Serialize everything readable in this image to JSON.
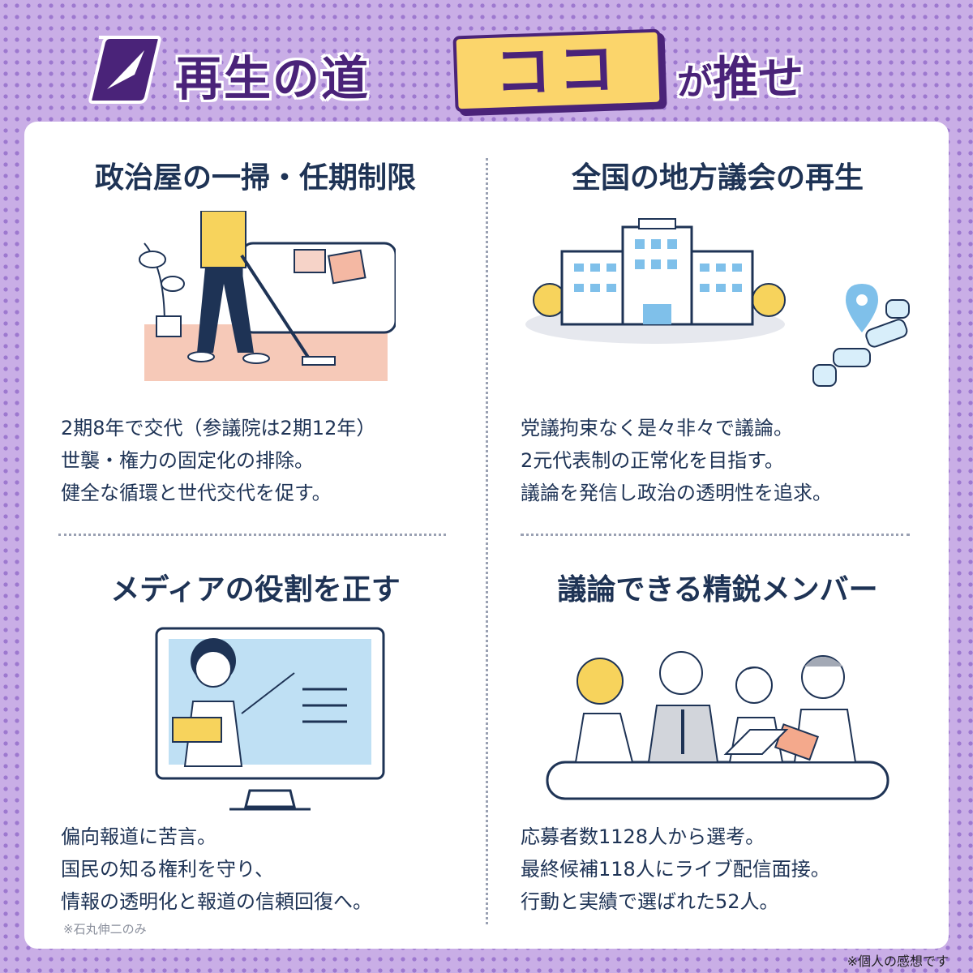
{
  "header": {
    "title_main": "再生の道",
    "title_highlight": "ココ",
    "title_ga": "が",
    "title_rest": "推せる！",
    "brand_color": "#4a2379",
    "highlight_color": "#fbd56b"
  },
  "sections": [
    {
      "title": "政治屋の一掃・任期制限",
      "lines": [
        "2期8年で交代（参議院は2期12年）",
        "世襲・権力の固定化の排除。",
        "健全な循環と世代交代を促す。"
      ],
      "icon": "person-vacuuming-illustration"
    },
    {
      "title": "全国の地方議会の再生",
      "lines": [
        "党議拘束なく是々非々で議論。",
        "2元代表制の正常化を目指す。",
        "議論を発信し政治の透明性を追求。"
      ],
      "icon": "city-hall-map-illustration"
    },
    {
      "title": "メディアの役割を正す",
      "lines": [
        "偏向報道に苦言。",
        "国民の知る権利を守り、",
        "情報の透明化と報道の信頼回復へ。"
      ],
      "note": "※石丸伸二のみ",
      "icon": "teacher-monitor-illustration"
    },
    {
      "title": "議論できる精鋭メンバー",
      "lines": [
        "応募者数1128人から選考。",
        "最終候補118人にライブ配信面接。",
        "行動と実績で選ばれた52人。"
      ],
      "icon": "team-meeting-illustration"
    }
  ],
  "footer_note": "※個人の感想です"
}
